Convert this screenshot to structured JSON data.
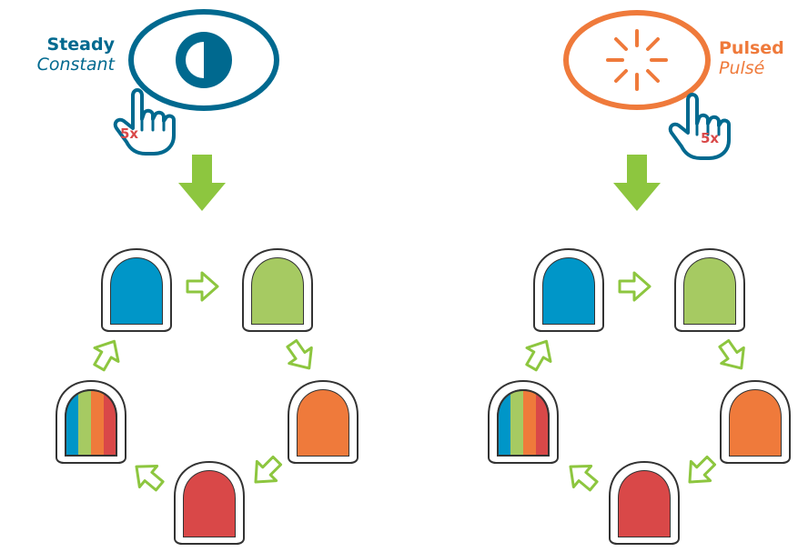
{
  "steady": {
    "label_primary": "Steady",
    "label_secondary": "Constant",
    "press_count": "5x",
    "icon": "half-circle-icon",
    "color": "#00698f"
  },
  "pulsed": {
    "label_primary": "Pulsed",
    "label_secondary": "Pulsé",
    "press_count": "5x",
    "icon": "sunburst-icon",
    "color": "#ef7a3b"
  },
  "cycle_colors": {
    "blue": "#0096c8",
    "green": "#a6ca62",
    "orange": "#ef7a3b",
    "red": "#d94848",
    "arrow": "#8dc63f",
    "count_text": "#d94848"
  },
  "cycle_order": [
    "blue",
    "green",
    "orange",
    "red",
    "multicolor"
  ]
}
